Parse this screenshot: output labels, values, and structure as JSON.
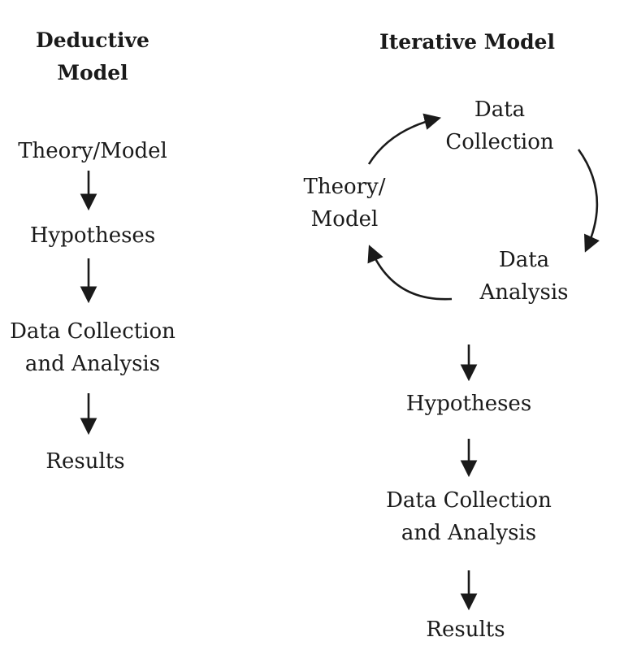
{
  "deductive": {
    "title_line1": "Deductive",
    "title_line2": "Model",
    "step1": "Theory/Model",
    "step2": "Hypotheses",
    "step3_line1": "Data Collection",
    "step3_line2": "and Analysis",
    "step4": "Results"
  },
  "iterative": {
    "title": "Iterative Model",
    "cycle": {
      "collection_line1": "Data",
      "collection_line2": "Collection",
      "analysis_line1": "Data",
      "analysis_line2": "Analysis",
      "theory_line1": "Theory/",
      "theory_line2": "Model"
    },
    "step2": "Hypotheses",
    "step3_line1": "Data Collection",
    "step3_line2": "and Analysis",
    "step4": "Results"
  }
}
